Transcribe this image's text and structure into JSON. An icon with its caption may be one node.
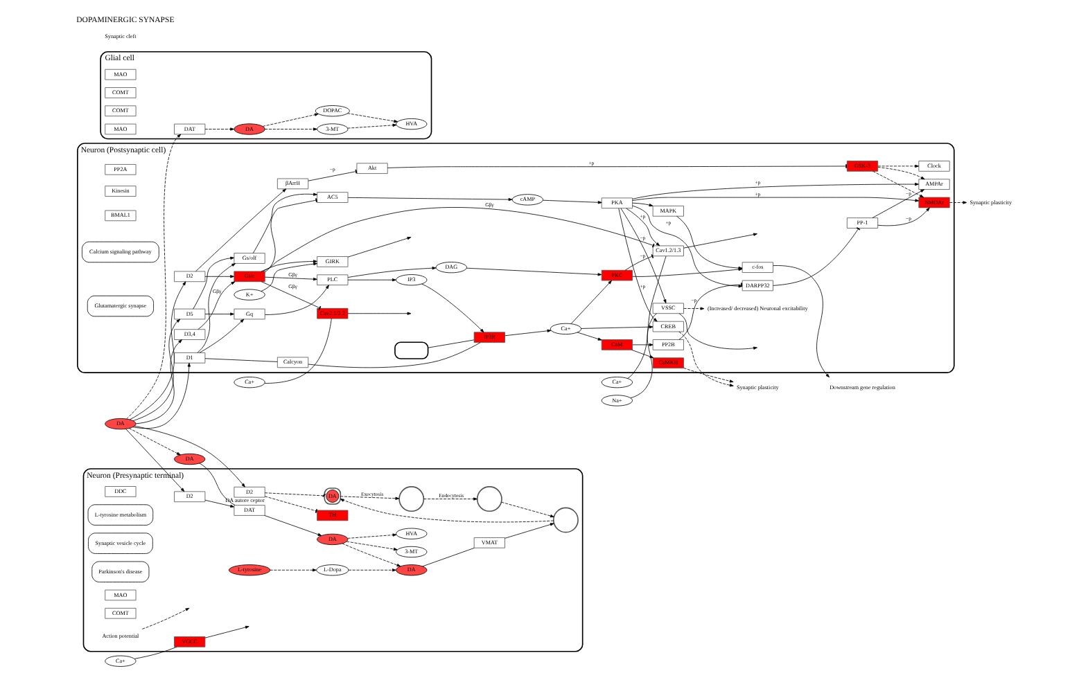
{
  "diagram": {
    "title": "DOPAMINERGIC SYNAPSE",
    "nodes": [
      {
        "text": [
          "Glial cell"
        ]
      },
      {
        "text": [
          "DA"
        ],
        "in": 0
      },
      {
        "text": [
          "DOPAC"
        ],
        "in": 0
      },
      {
        "text": [
          "HVA"
        ],
        "in": 0
      },
      {
        "text": [
          "3-MT"
        ],
        "in": 0
      },
      {
        "text": [
          "MAO"
        ],
        "in": 0
      },
      {
        "text": [
          "COMT"
        ],
        "in": 0
      },
      {
        "text": [
          "COMT"
        ],
        "in": 0
      },
      {
        "text": [
          "MAO"
        ],
        "in": 0
      },
      {
        "text": [
          "DAT"
        ],
        "in": 0
      },
      {
        "text": [
          "Neuron (Presynaptic terminal)"
        ]
      },
      {
        "text": [
          "D2"
        ],
        "in": 10,
        "beside": [
          "DA autore ceptor"
        ]
      },
      {
        "text": [
          "L-tyrosine"
        ],
        "in": 10
      },
      {
        "text": [
          "TH"
        ],
        "in": 10
      },
      {
        "text": [
          "L-Dopa"
        ],
        "in": 10
      },
      {
        "text": [
          "DDC"
        ],
        "in": 10
      },
      {
        "text": [
          "DA"
        ],
        "in": 10
      },
      {
        "text": [
          "VMAT"
        ],
        "in": 10
      },
      {
        "text": [
          "L-tyrosine metabolism"
        ],
        "in": 10
      },
      {
        "text": [
          "Synaptic vesicle cycle"
        ],
        "in": 10
      },
      {
        "text": [
          "Parkinson's disease"
        ],
        "in": 10
      },
      {
        "text": [],
        "shape": "circle",
        "in": 10
      },
      {
        "text": [],
        "shape": "circle",
        "in": 10
      },
      {
        "text": [
          "DA"
        ],
        "in": 22
      },
      {
        "text": [],
        "shape": "circle",
        "in": 10
      },
      {
        "text": [],
        "shape": "circle",
        "in": 10
      },
      {
        "text": [
          "VGCC"
        ],
        "in": 10
      },
      {
        "text": [
          "Ca+"
        ]
      },
      {
        "text": [
          "D2"
        ],
        "in": 10
      },
      {
        "text": [
          "DAT"
        ],
        "in": 10
      },
      {
        "text": [
          "DA"
        ],
        "in": 10
      },
      {
        "text": [
          "3-MT"
        ],
        "in": 10
      },
      {
        "text": [
          "HVA"
        ],
        "in": 10
      },
      {
        "text": [
          "MAO"
        ],
        "in": 10
      },
      {
        "text": [
          "COMT"
        ],
        "in": 10
      },
      {
        "text": [
          "Action potential"
        ],
        "in": 10
      },
      {
        "text": [
          "DA"
        ]
      },
      {
        "text": [
          "DA"
        ]
      },
      {
        "text": [
          "Na+"
        ]
      },
      {
        "text": [
          "Ca+"
        ]
      },
      {
        "text": [
          "Ca+"
        ]
      },
      {
        "text": [
          "Neuron (Postsynaptic cell)"
        ]
      },
      {
        "text": [
          "D1"
        ],
        "in": 41
      },
      {
        "text": [
          "D5"
        ],
        "in": 41
      },
      {
        "text": [
          "VSSC"
        ],
        "in": 41
      },
      {
        "text": [
          "Cav1.2/1.3"
        ],
        "in": 41
      },
      {
        "text": [
          "Cav2.1/2.2"
        ],
        "in": 41
      },
      {
        "text": [
          "GIRK"
        ],
        "in": 41
      },
      {
        "text": [
          "D3,4"
        ],
        "in": 41
      },
      {
        "text": [
          "D2"
        ],
        "in": 41
      },
      {
        "text": [
          "Calcyon"
        ],
        "in": 41
      },
      {
        "text": [
          "Gq"
        ],
        "in": 41
      },
      {
        "text": [
          "Gs/olf"
        ],
        "in": 41
      },
      {
        "text": [
          "PLC"
        ],
        "in": 41
      },
      {
        "text": [
          "AC5"
        ],
        "in": 41
      },
      {
        "text": [
          "IP3"
        ],
        "in": 41
      },
      {
        "text": [
          "DAG"
        ],
        "in": 41
      },
      {
        "text": [
          "cAMP"
        ],
        "in": 41
      },
      {
        "text": [
          "IP3R"
        ],
        "in": 41
      },
      {
        "text": [
          "Ca+"
        ],
        "in": 41
      },
      {
        "text": [
          "CaM"
        ],
        "in": 41
      },
      {
        "text": [
          "CaMKII"
        ],
        "in": 41
      },
      {
        "text": [
          "PP2B"
        ],
        "in": 41
      },
      {
        "text": [
          "PKC"
        ],
        "in": 41
      },
      {
        "text": [
          "CREB"
        ],
        "in": 41
      },
      {
        "text": [
          "PKA"
        ],
        "in": 41
      },
      {
        "text": [
          "MAPK"
        ],
        "in": 41
      },
      {
        "text": [
          "c-fos"
        ],
        "in": 41
      },
      {
        "text": [
          "PP-1"
        ],
        "in": 41
      },
      {
        "text": [
          "DARPP32"
        ],
        "in": 41
      },
      {
        "text": [
          "Gi/o"
        ],
        "in": 41
      },
      {
        "text": [
          "βArrII"
        ],
        "in": 41
      },
      {
        "text": [
          "PP2A"
        ],
        "in": 41
      },
      {
        "text": [
          "Akt"
        ],
        "in": 41
      },
      {
        "text": [
          "GSK-3"
        ],
        "in": 41
      },
      {
        "text": [
          "NMDAr"
        ],
        "in": 41
      },
      {
        "text": [
          "AMPAr"
        ],
        "in": 41
      },
      {
        "text": [
          "Kinesin"
        ],
        "in": 41
      },
      {
        "text": [
          "Clock"
        ],
        "in": 41
      },
      {
        "text": [
          "BMAL1"
        ],
        "in": 41
      },
      {
        "text": [
          "Calcium signaling pathway"
        ],
        "in": 41
      },
      {
        "text": [
          "Glutamatergic synapse"
        ],
        "in": 41
      },
      {
        "text": [],
        "shape": "box",
        "in": 41
      },
      {
        "text": [
          "K+"
        ],
        "in": 41
      },
      {
        "text": [
          "Synaptic plasticity"
        ]
      },
      {
        "text": [
          "Downstream gene regulation"
        ]
      },
      {
        "text": [
          "(Increased/ decreased) Neuronal excitability"
        ],
        "in": 41
      },
      {
        "text": [
          "Synaptic plasticity"
        ]
      }
    ],
    "edges": [
      {
        "from": 36,
        "to": 9,
        "arrow": "to",
        "style": "dashed"
      },
      {
        "from": 9,
        "to": 1,
        "arrow": "to",
        "style": "dashed"
      },
      {
        "from": 1,
        "to": 2,
        "arrow": "to",
        "style": "dashed"
      },
      {
        "from": 2,
        "to": 3,
        "arrow": "to",
        "style": "dashed"
      },
      {
        "from": 1,
        "to": 4,
        "arrow": "to",
        "style": "dashed"
      },
      {
        "from": 4,
        "to": 3,
        "arrow": "to",
        "style": "dashed"
      },
      {
        "from": 36,
        "to": 11,
        "arrow": "to"
      },
      {
        "from": 11,
        "to": 13,
        "arrow": "other",
        "style": "dashed"
      },
      {
        "from": 11,
        "to": 22,
        "arrow": "other",
        "style": "dashed"
      },
      {
        "from": 12,
        "to": 14,
        "arrow": "to",
        "style": "dashed"
      },
      {
        "from": 14,
        "to": 16,
        "arrow": "to",
        "style": "dashed"
      },
      {
        "from": 16,
        "to": 17,
        "arrow": "none"
      },
      {
        "from": 17,
        "to": 21,
        "arrow": "to"
      },
      {
        "from": 21,
        "to": 22,
        "arrow": "to",
        "style": "dashed"
      },
      {
        "from": 22,
        "to": 24,
        "arrow": "to",
        "label": "Exocytosis",
        "style": "dashed"
      },
      {
        "from": 24,
        "to": 25,
        "arrow": "to",
        "label": "Endocytosis",
        "style": "dashed"
      },
      {
        "from": 25,
        "to": 21,
        "arrow": "to",
        "style": "dashed"
      },
      {
        "from": 27,
        "to": 26,
        "arrow": "none"
      },
      {
        "from": 26,
        "to": null,
        "arrow": "to"
      },
      {
        "from": 35,
        "to": null,
        "arrow": "to",
        "style": "dashed"
      },
      {
        "from": 30,
        "to": 16,
        "arrow": "to",
        "style": "dashed"
      },
      {
        "from": 36,
        "to": 28,
        "arrow": "to"
      },
      {
        "from": 28,
        "to": 29,
        "arrow": "to"
      },
      {
        "from": 37,
        "to": 29,
        "arrow": "none"
      },
      {
        "from": 29,
        "to": 30,
        "arrow": "to"
      },
      {
        "from": 30,
        "to": 31,
        "arrow": "to",
        "style": "dashed"
      },
      {
        "from": 30,
        "to": 32,
        "arrow": "to",
        "style": "dashed"
      },
      {
        "from": 36,
        "to": 37,
        "arrow": "to",
        "style": "dashed"
      },
      {
        "from": 36,
        "to": 42,
        "arrow": "to"
      },
      {
        "from": 36,
        "to": 43,
        "arrow": "to"
      },
      {
        "from": 36,
        "to": 48,
        "arrow": "to"
      },
      {
        "from": 36,
        "to": 49,
        "arrow": "to"
      },
      {
        "from": 38,
        "to": 44,
        "arrow": "none"
      },
      {
        "from": 44,
        "to": null,
        "arrow": "to"
      },
      {
        "from": 39,
        "to": 45,
        "arrow": "none"
      },
      {
        "from": 45,
        "to": null,
        "arrow": "to"
      },
      {
        "from": 40,
        "to": 46,
        "arrow": "none"
      },
      {
        "from": 46,
        "to": null,
        "arrow": "to"
      },
      {
        "from": 47,
        "to": null,
        "arrow": "to"
      },
      {
        "from": 83,
        "to": 47,
        "arrow": "to"
      },
      {
        "from": 42,
        "to": 50,
        "arrow": "none"
      },
      {
        "from": 42,
        "to": 51,
        "arrow": "to"
      },
      {
        "from": 42,
        "to": 52,
        "arrow": "to"
      },
      {
        "from": 43,
        "to": 51,
        "arrow": "to"
      },
      {
        "from": 43,
        "to": 52,
        "arrow": "to"
      },
      {
        "from": 50,
        "to": 58,
        "arrow": "none"
      },
      {
        "from": 51,
        "to": 53,
        "arrow": "to"
      },
      {
        "from": 53,
        "to": 55,
        "arrow": "to"
      },
      {
        "from": 53,
        "to": 56,
        "arrow": "to"
      },
      {
        "from": 55,
        "to": 58,
        "arrow": "to"
      },
      {
        "from": 82,
        "to": 58,
        "arrow": "none"
      },
      {
        "from": 58,
        "to": 59,
        "arrow": "to"
      },
      {
        "from": 59,
        "to": 60,
        "arrow": "to"
      },
      {
        "from": 59,
        "to": 63,
        "arrow": "to"
      },
      {
        "from": 59,
        "to": 64,
        "arrow": "to"
      },
      {
        "from": 56,
        "to": 63,
        "arrow": "to"
      },
      {
        "from": 52,
        "to": 54,
        "arrow": "to"
      },
      {
        "from": 54,
        "to": 57,
        "arrow": "to"
      },
      {
        "from": 57,
        "to": 65,
        "arrow": "to"
      },
      {
        "from": 60,
        "to": 61,
        "arrow": "to"
      },
      {
        "from": 60,
        "to": 62,
        "arrow": "to"
      },
      {
        "from": 65,
        "to": 64,
        "arrow": "to",
        "label": "+p"
      },
      {
        "from": 65,
        "to": 66,
        "arrow": "to"
      },
      {
        "from": 65,
        "to": 69,
        "arrow": "to",
        "label": "+p"
      },
      {
        "from": 66,
        "to": 67,
        "arrow": "to"
      },
      {
        "from": 63,
        "to": 67,
        "arrow": "to"
      },
      {
        "from": 67,
        "to": 85,
        "arrow": "to"
      },
      {
        "from": 69,
        "to": 68,
        "arrow": "other"
      },
      {
        "from": 62,
        "to": 69,
        "arrow": "other",
        "label": "−p"
      },
      {
        "from": 61,
        "to": 84,
        "arrow": "to",
        "style": "dashed"
      },
      {
        "from": 64,
        "to": 84,
        "arrow": "to",
        "style": "dashed"
      },
      {
        "from": 65,
        "to": 44,
        "arrow": "to",
        "label": "−p"
      },
      {
        "from": 65,
        "to": 45,
        "arrow": "to",
        "label": "+p"
      },
      {
        "from": 63,
        "to": 45,
        "arrow": "other",
        "label": "−p"
      },
      {
        "from": 70,
        "to": 45,
        "arrow": "other",
        "label": "Gβγ"
      },
      {
        "from": 70,
        "to": 46,
        "arrow": "other",
        "label": "Gβγ"
      },
      {
        "from": 70,
        "to": 53,
        "arrow": "to",
        "label": "Gβγ"
      },
      {
        "from": 70,
        "to": 47,
        "arrow": "to"
      },
      {
        "from": 70,
        "to": 54,
        "arrow": "other"
      },
      {
        "from": 48,
        "to": 70,
        "arrow": "to",
        "label": "Gβγ"
      },
      {
        "from": 49,
        "to": 70,
        "arrow": "to"
      },
      {
        "from": 49,
        "to": 71,
        "arrow": "to"
      },
      {
        "from": 71,
        "to": 73,
        "arrow": "other",
        "label": "−p"
      },
      {
        "from": 73,
        "to": 74,
        "arrow": "other",
        "label": "+p"
      },
      {
        "from": 74,
        "to": 75,
        "arrow": "to",
        "style": "dashed"
      },
      {
        "from": 74,
        "to": 76,
        "arrow": "to",
        "style": "dashed"
      },
      {
        "from": 74,
        "to": 78,
        "arrow": "to",
        "style": "dashed"
      },
      {
        "from": 65,
        "to": 75,
        "arrow": "to",
        "label": "+p"
      },
      {
        "from": 68,
        "to": 75,
        "arrow": "to",
        "label": "−p"
      },
      {
        "from": 65,
        "to": 76,
        "arrow": "to",
        "label": "+p"
      },
      {
        "from": 68,
        "to": 76,
        "arrow": "to",
        "label": "−p"
      },
      {
        "from": 75,
        "to": 87,
        "arrow": "to",
        "style": "dashed"
      },
      {
        "from": 44,
        "to": 86,
        "arrow": "to",
        "style": "dashed"
      }
    ],
    "labels": [
      "Synaptic cleft"
    ]
  }
}
